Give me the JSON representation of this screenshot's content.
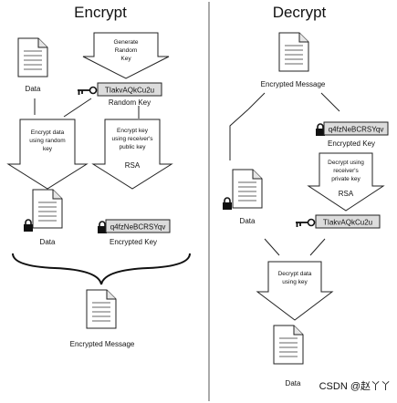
{
  "encrypt": {
    "title": "Encrypt",
    "data_label": "Data",
    "generate_arrow": [
      "Generate",
      "Random",
      "Key"
    ],
    "random_key_value": "TIakvAQkCu2u",
    "random_key_label": "Random Key",
    "encrypt_data_arrow": [
      "Encrypt data",
      "using random",
      "key"
    ],
    "encrypt_key_arrow": [
      "Encrypt key",
      "using receiver's",
      "public key"
    ],
    "rsa_label": "RSA",
    "locked_data_label": "Data",
    "encrypted_key_value": "q4fzNeBCRSYqv",
    "encrypted_key_label": "Encrypted Key",
    "encrypted_message_label": "Encrypted Message"
  },
  "decrypt": {
    "title": "Decrypt",
    "encrypted_message_label": "Encrypted Message",
    "encrypted_key_value": "q4fzNeBCRSYqv",
    "encrypted_key_label": "Encrypted Key",
    "decrypt_key_arrow": [
      "Decrypt using",
      "receiver's",
      "private key"
    ],
    "rsa_label": "RSA",
    "locked_data_label": "Data",
    "key_value": "TIakvAQkCu2u",
    "decrypt_data_arrow": [
      "Decrypt data",
      "using key"
    ],
    "data_label": "Data"
  },
  "watermark": "CSDN @赵丫丫",
  "colors": {
    "stroke": "#222222",
    "key_fill": "#dcdcdc",
    "doc_fill": "#ffffff",
    "divider": "#555555"
  }
}
